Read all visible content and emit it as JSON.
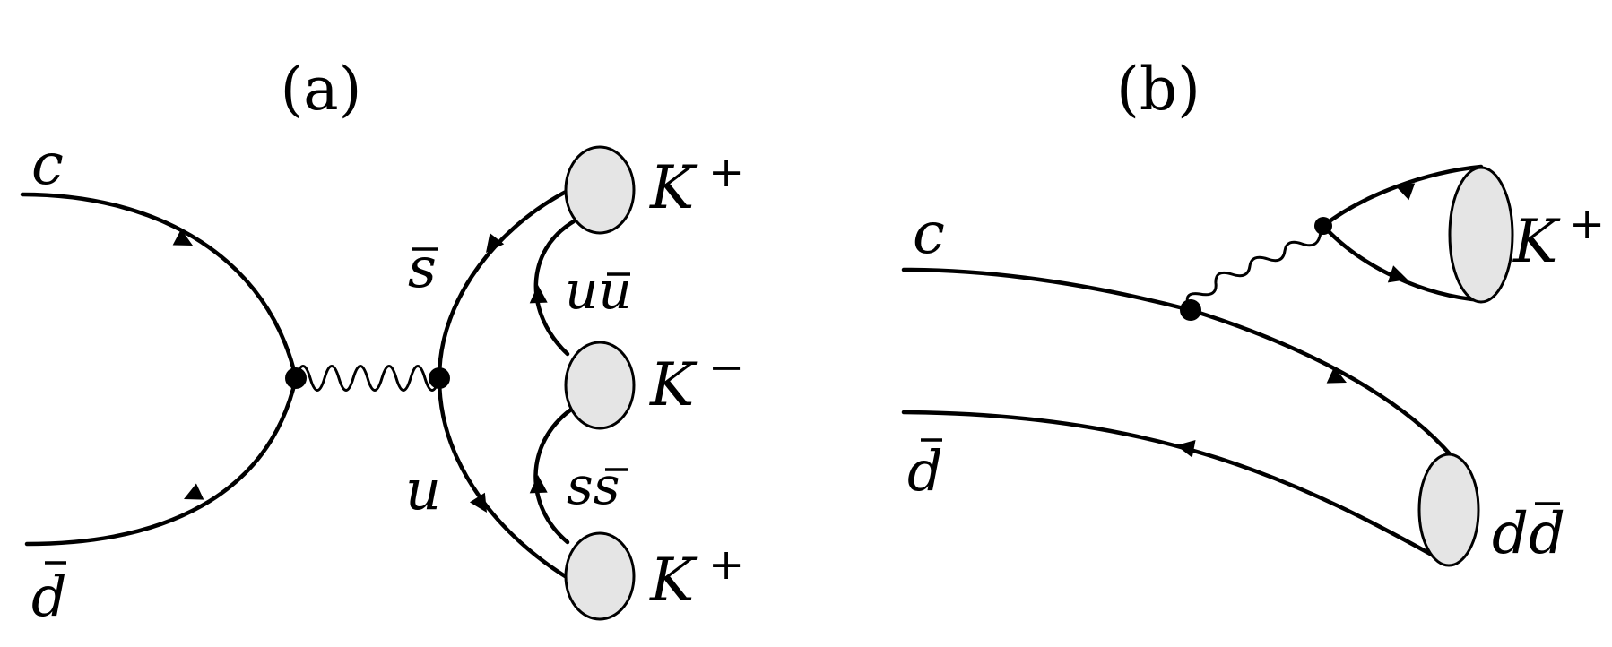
{
  "panels": [
    {
      "id": "a",
      "title": "(a)",
      "labels": {
        "c": "c",
        "dbar_base": "d",
        "sbar_base": "s",
        "u": "u",
        "uubar_base": "uu",
        "ssbar_base": "ss",
        "kplus_top": "K",
        "kplus_top_sup": "+",
        "kminus": "K",
        "kminus_sup": "−",
        "kplus_bottom": "K",
        "kplus_bottom_sup": "+"
      }
    },
    {
      "id": "b",
      "title": "(b)",
      "labels": {
        "c": "c",
        "dbar_base": "d",
        "kplus": "K",
        "kplus_sup": "+",
        "ddbar_base": "dd"
      }
    }
  ],
  "colors": {
    "line": "#000000",
    "blob_fill": "#e5e5e5",
    "background": "#ffffff"
  }
}
